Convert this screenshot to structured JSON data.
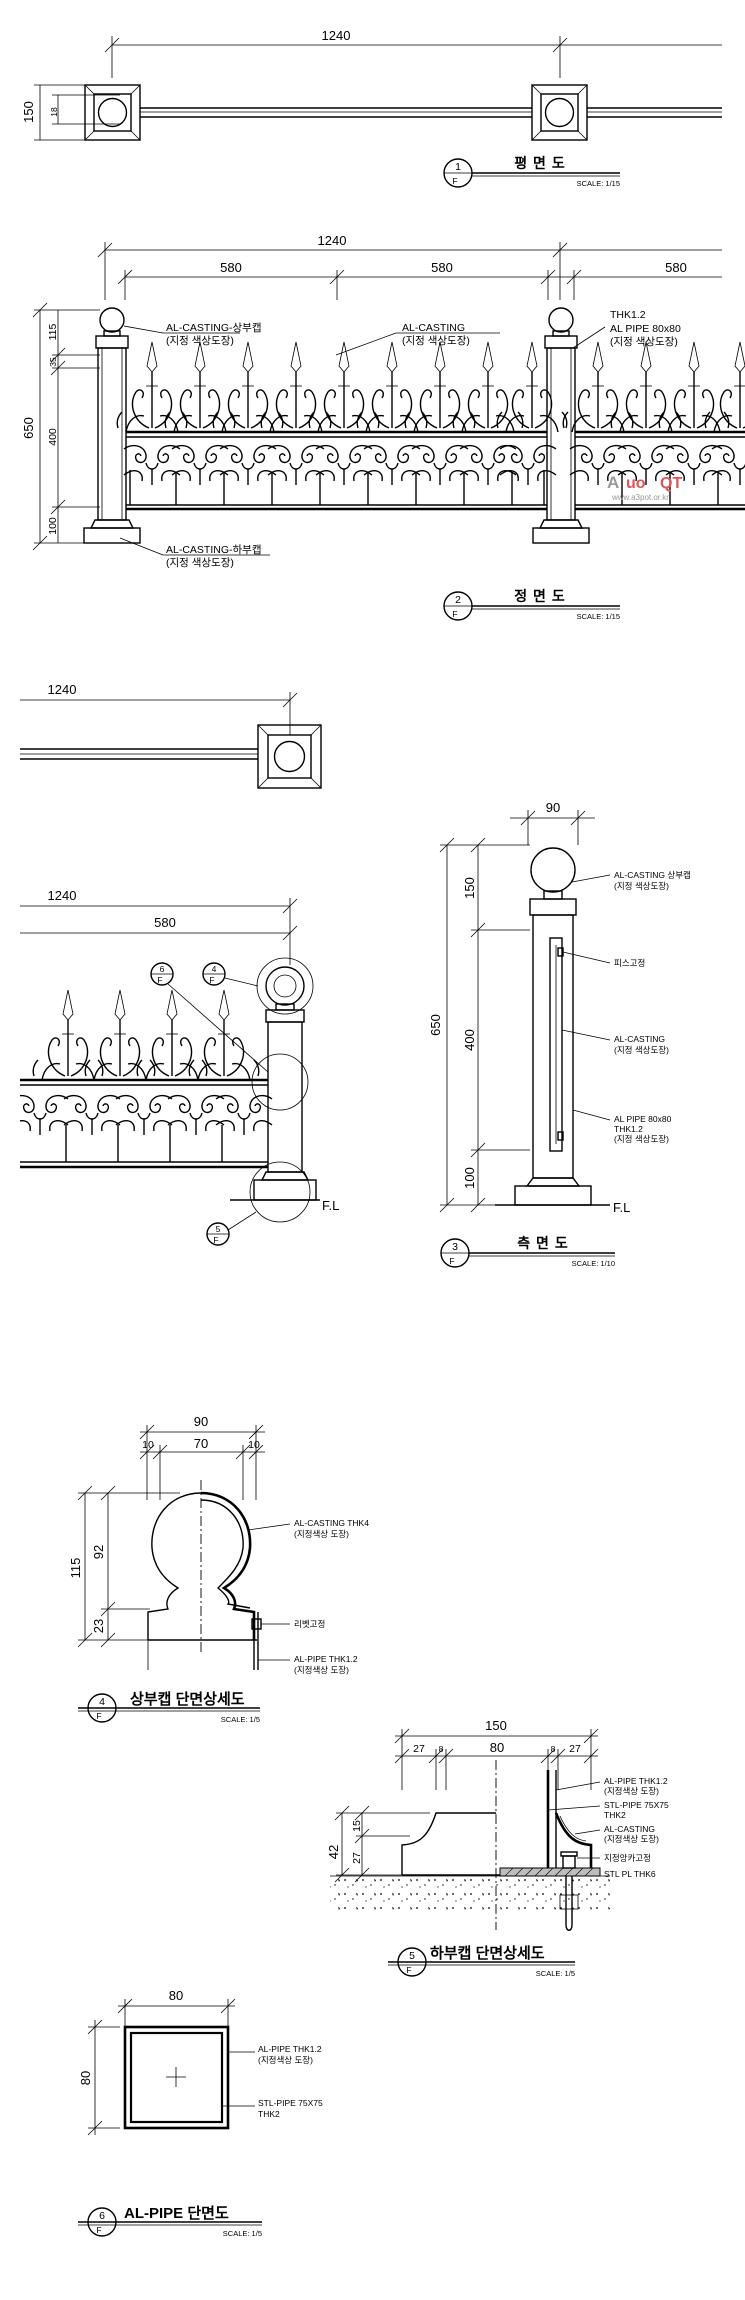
{
  "drawing_1": {
    "dim_total": "1240",
    "dim_overall": "150",
    "dim_inner": "18",
    "title_number": "1",
    "title_sheet": "F",
    "title": "평 면 도",
    "scale": "SCALE: 1/15"
  },
  "drawing_2": {
    "dim_total": "1240",
    "dim_span_a": "580",
    "dim_span_b": "580",
    "dim_span_c": "580",
    "dim_height": "650",
    "dim_top_a": "115",
    "dim_top_b": "35",
    "dim_mid": "400",
    "dim_bottom": "100",
    "label_top_cap_1": "AL-CASTING-상부캡",
    "label_top_cap_2": "(지정 색상도장)",
    "label_casting_1": "AL-CASTING",
    "label_casting_2": "(지정 색상도장)",
    "label_pipe_1": "THK1.2",
    "label_pipe_2": "AL PIPE 80x80",
    "label_pipe_3": "(지정 색상도장)",
    "label_bottom_cap_1": "AL-CASTING-하부캡",
    "label_bottom_cap_2": "(지정 색상도장)",
    "title_number": "2",
    "title_sheet": "F",
    "title": "정 면 도",
    "scale": "SCALE: 1/15"
  },
  "watermark": {
    "logo_a": "A",
    "logo_b": "uo",
    "logo_c": "QT",
    "url": "www.a3pot.or.kr"
  },
  "plan_detail": {
    "dim_total": "1240"
  },
  "front_detail": {
    "dim_total": "1240",
    "dim_span": "580",
    "callout_6": "6",
    "callout_4": "4",
    "callout_5": "5",
    "callout_sheet": "F",
    "floor_level": "F.L"
  },
  "drawing_3": {
    "dim_width": "90",
    "dim_height": "650",
    "dim_top": "150",
    "dim_mid": "400",
    "dim_bottom": "100",
    "label_cap_1": "AL-CASTING 상부캡",
    "label_cap_2": "(지정 색상도장)",
    "label_screw": "피스고정",
    "label_casting_1": "AL-CASTING",
    "label_casting_2": "(지정 색상도장)",
    "label_pipe_1": "AL PIPE 80x80",
    "label_pipe_2": "THK1.2",
    "label_pipe_3": "(지정 색상도장)",
    "floor_level": "F.L",
    "title_number": "3",
    "title_sheet": "F",
    "title": "측 면 도",
    "scale": "SCALE: 1/10"
  },
  "drawing_4": {
    "dim_total": "90",
    "dim_left": "10",
    "dim_mid": "70",
    "dim_right": "10",
    "dim_height": "115",
    "dim_upper": "92",
    "dim_lower": "23",
    "label_casting_1": "AL-CASTING THK4",
    "label_casting_2": "(지정색상 도장)",
    "label_rivet": "리벳고정",
    "label_pipe_1": "AL-PIPE THK1.2",
    "label_pipe_2": "(지정색상 도장)",
    "title_number": "4",
    "title_sheet": "F",
    "title": "상부캡 단면상세도",
    "scale": "SCALE: 1/5"
  },
  "drawing_5": {
    "dim_total": "150",
    "dim_a": "27",
    "dim_b": "8",
    "dim_c": "80",
    "dim_d": "8",
    "dim_e": "27",
    "dim_height": "42",
    "dim_upper": "15",
    "dim_lower": "27",
    "label_pipe_1": "AL-PIPE THK1.2",
    "label_pipe_2": "(지정색상 도장)",
    "label_stl_1": "STL-PIPE 75X75",
    "label_stl_2": "THK2",
    "label_casting_1": "AL-CASTING",
    "label_casting_2": "(지정색상 도장)",
    "label_bolt": "지정앙카고정",
    "label_plate": "STL PL THK6",
    "title_number": "5",
    "title_sheet": "F",
    "title": "하부캡 단면상세도",
    "scale": "SCALE: 1/5"
  },
  "drawing_6": {
    "dim_width": "80",
    "dim_height": "80",
    "label_pipe_1": "AL-PIPE THK1.2",
    "label_pipe_2": "(지정색상 도장)",
    "label_stl_1": "STL-PIPE 75X75",
    "label_stl_2": "THK2",
    "title_number": "6",
    "title_sheet": "F",
    "title": "AL-PIPE 단면도",
    "scale": "SCALE: 1/5"
  }
}
